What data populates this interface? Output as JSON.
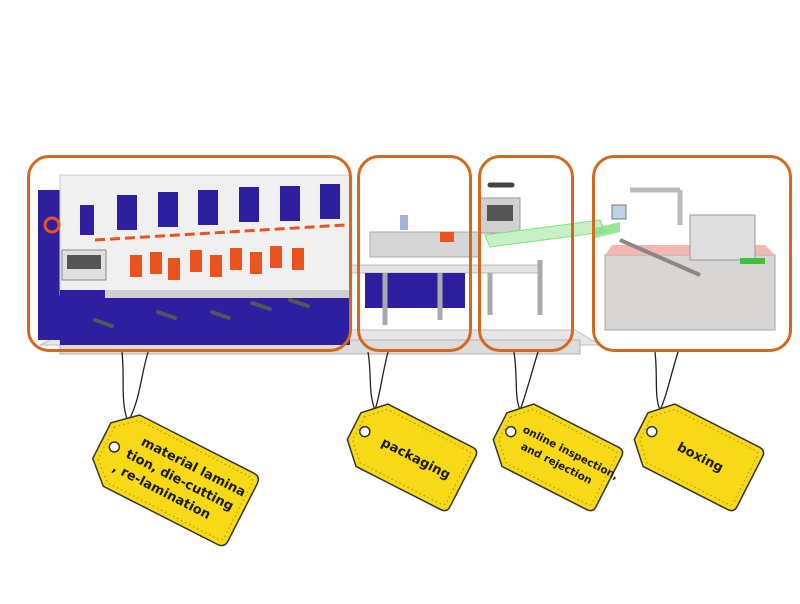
{
  "diagram": {
    "title": "Production line process stages",
    "colors": {
      "frame": "#d2691e",
      "tag_fill": "#f7d918",
      "tag_stroke": "#333333",
      "machine_blue": "#2d1fa0",
      "machine_gray": "#d8d8d8",
      "accent_orange": "#e8531e",
      "conveyor_green": "#7fe07f",
      "boxer_pink": "#f4b6b0"
    },
    "stages": [
      {
        "id": "lamination",
        "label_lines": [
          "material lamina",
          "tion, die-cutting",
          ", re-lamination"
        ]
      },
      {
        "id": "packaging",
        "label_lines": [
          "packaging"
        ]
      },
      {
        "id": "inspection",
        "label_lines": [
          "online inspection,",
          "and rejection"
        ]
      },
      {
        "id": "boxing",
        "label_lines": [
          "boxing"
        ]
      }
    ]
  }
}
